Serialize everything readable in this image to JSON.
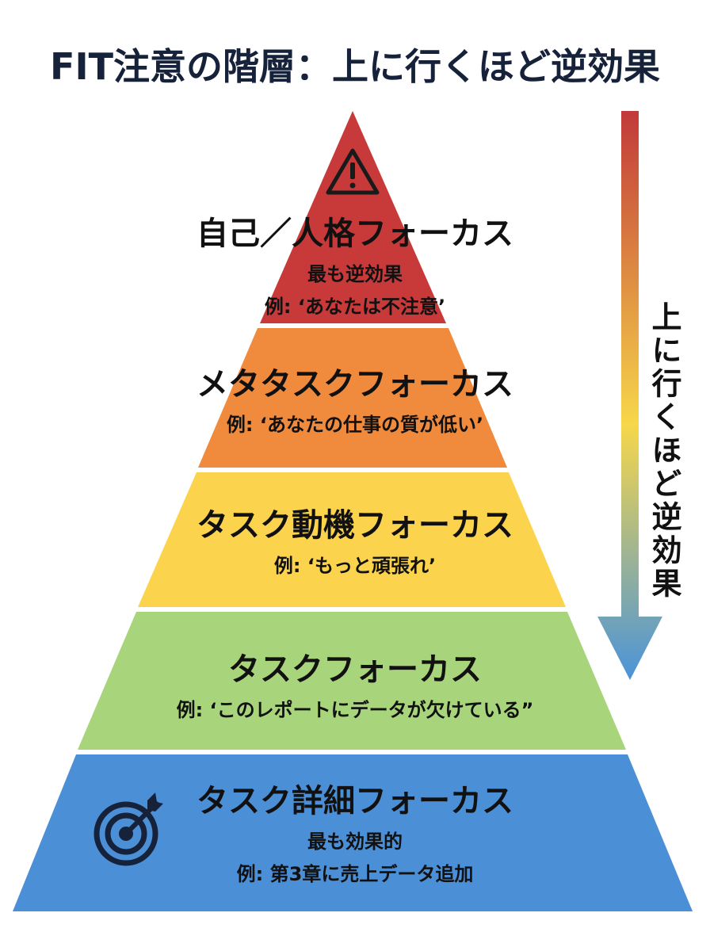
{
  "title": "FIT注意の階層：上に行くほど逆効果",
  "arrow": {
    "label": "上に行くほど逆効果",
    "color_top": "#c1393a",
    "color_mid": "#f7d74a",
    "color_bottom": "#4a93d9"
  },
  "layers": [
    {
      "title": "自己／人格フォーカス",
      "subtitle": "最も逆効果",
      "example": "例: ‘あなたは不注意’",
      "color": "#c83a3a",
      "icon": "warning-icon"
    },
    {
      "title": "メタタスクフォーカス",
      "subtitle": "",
      "example": "例: ‘あなたの仕事の質が低い’",
      "color": "#f08a3c"
    },
    {
      "title": "タスク動機フォーカス",
      "subtitle": "",
      "example": "例: ‘もっと頑張れ’",
      "color": "#fbd34d"
    },
    {
      "title": "タスクフォーカス",
      "subtitle": "",
      "example": "例: ‘このレポートにデータが欠けている”",
      "color": "#a8d57c"
    },
    {
      "title": "タスク詳細フォーカス",
      "subtitle": "最も効果的",
      "example": "例: 第3章に売上データ追加",
      "color": "#4b8fd6",
      "icon": "target-icon"
    }
  ]
}
